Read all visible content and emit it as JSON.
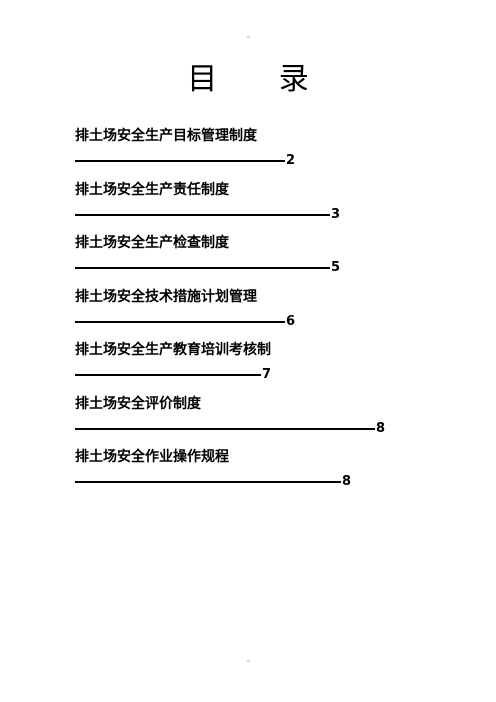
{
  "document": {
    "title": "目 录",
    "toc": [
      {
        "title": "排土场安全生产目标管理制度",
        "page": "2"
      },
      {
        "title": "排土场安全生产责任制度",
        "page": "3"
      },
      {
        "title": "排土场安全生产检查制度",
        "page": "5"
      },
      {
        "title": "排土场安全技术措施计划管理",
        "page": "6"
      },
      {
        "title": "排土场安全生产教育培训考核制",
        "page": "7"
      },
      {
        "title": "排土场安全评价制度",
        "page": "8"
      },
      {
        "title": "排土场安全作业操作规程",
        "page": "8"
      }
    ]
  }
}
